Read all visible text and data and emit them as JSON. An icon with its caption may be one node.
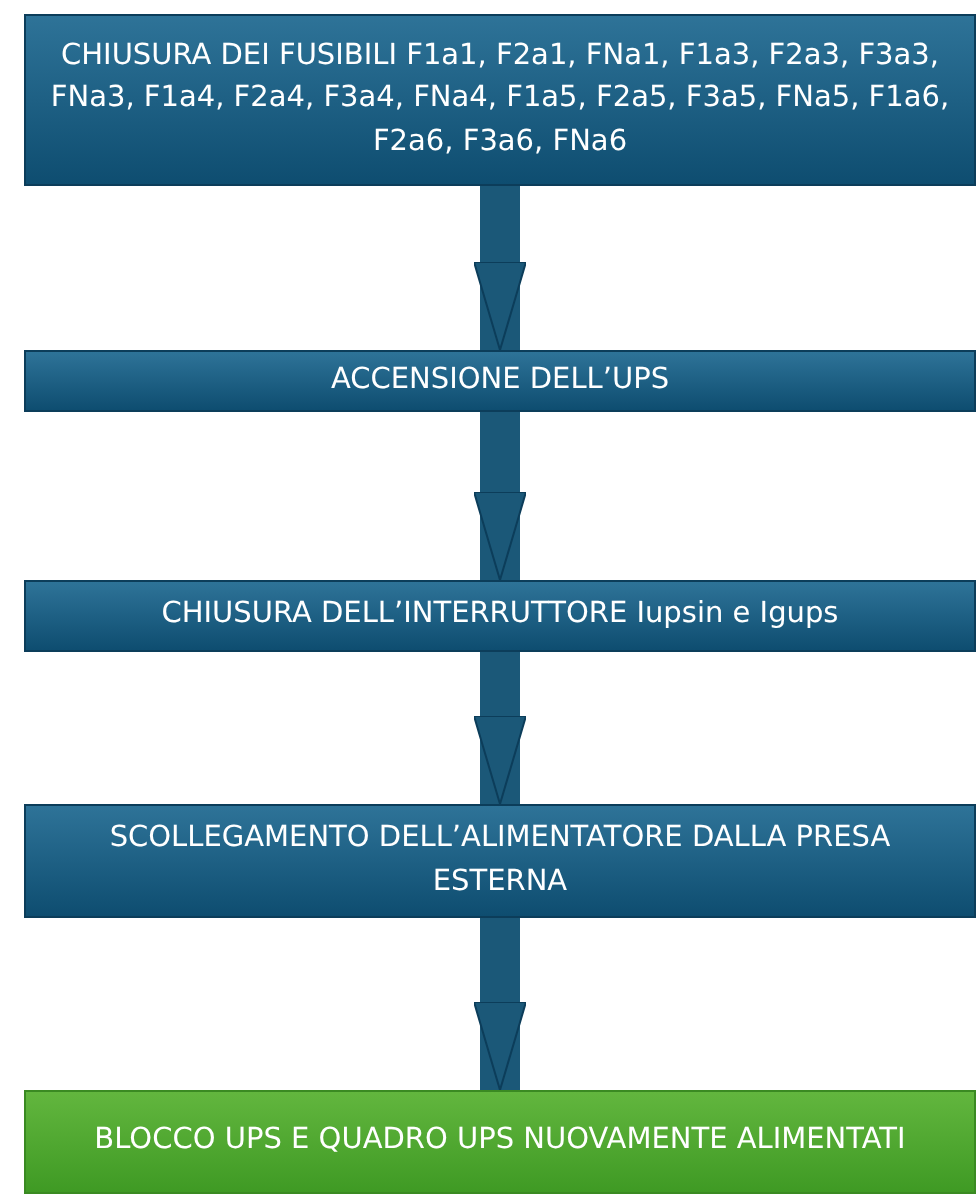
{
  "diagram": {
    "nodes": [
      {
        "text": [
          "CHIUSURA DEI FUSIBILI F1a1, F2a1, FNa1, F1a3, F2a3, F3a3, FNa3, F1a4, F2a4, F3a4, FNa4, F1a5, F2a5, F3a5, FNa5, F1a6, F2a6, F3a6, FNa6"
        ]
      },
      {
        "text": [
          "ACCENSIONE DELL’UPS"
        ]
      },
      {
        "text": [
          "CHIUSURA DELL’INTERRUTTORE Iupsin e  Igups"
        ]
      },
      {
        "text": [
          "SCOLLEGAMENTO DELL’ALIMENTATORE DALLA PRESA ESTERNA"
        ]
      },
      {
        "text": [
          "BLOCCO UPS E QUADRO UPS NUOVAMENTE ALIMENTATI"
        ]
      }
    ],
    "edges": [
      {
        "from": 0,
        "to": 1,
        "arrow": "to"
      },
      {
        "from": 1,
        "to": 2,
        "arrow": "to"
      },
      {
        "from": 2,
        "to": 3,
        "arrow": "to"
      },
      {
        "from": 3,
        "to": 4,
        "arrow": "to"
      }
    ]
  }
}
